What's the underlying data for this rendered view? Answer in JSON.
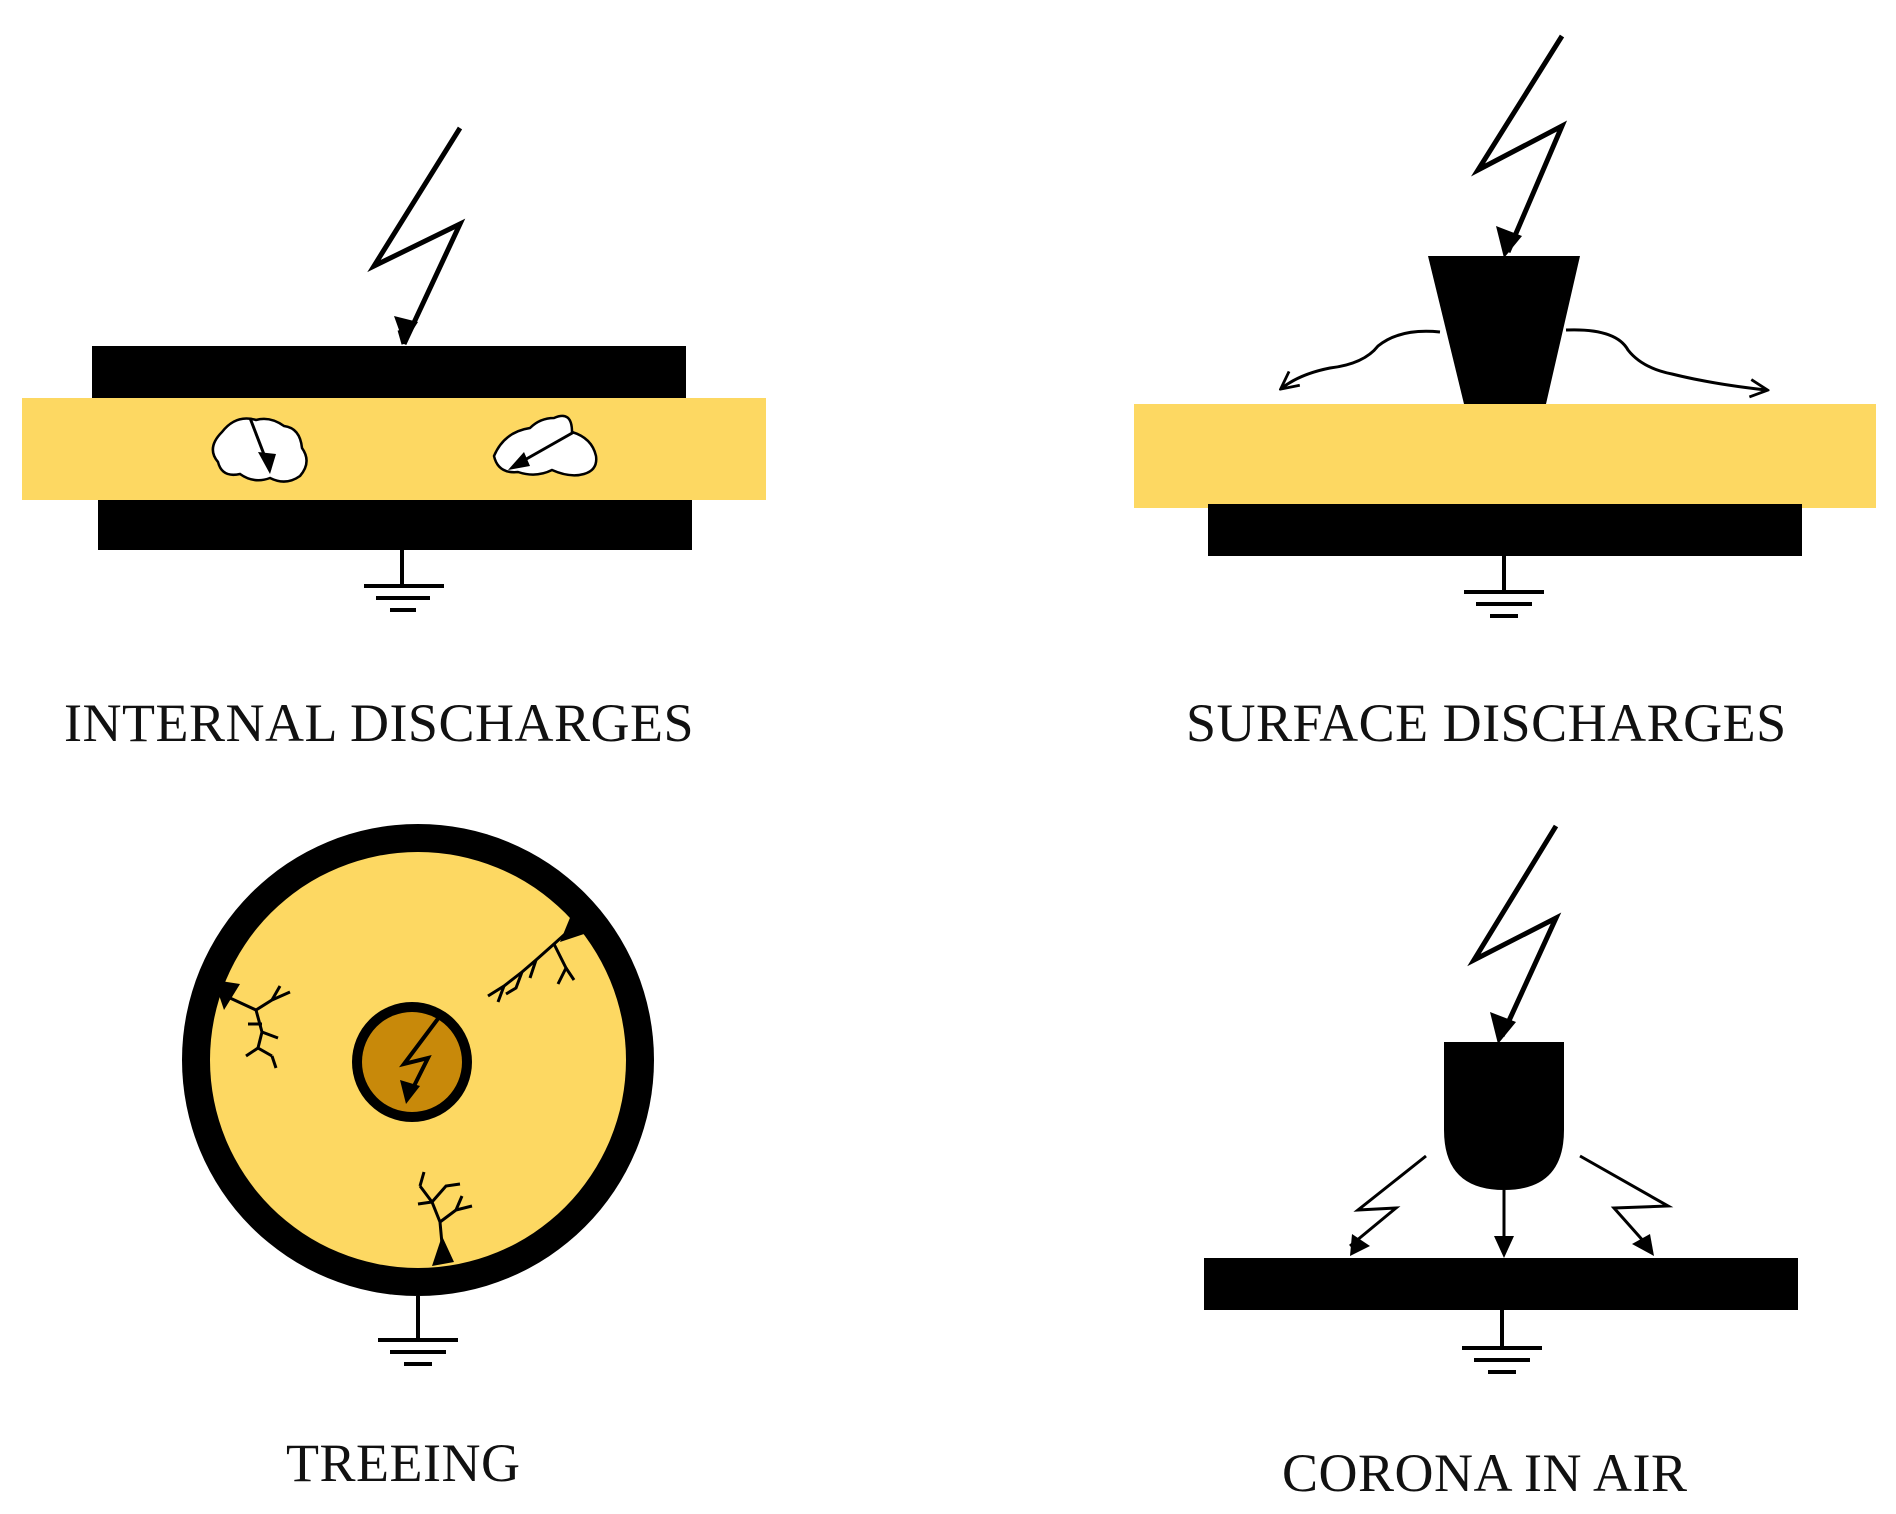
{
  "colors": {
    "insulation": "#FDD862",
    "conductor_core": "#C8890A",
    "electrode": "#000000",
    "void": "#FFFFFF",
    "text": "#111111"
  },
  "panels": [
    {
      "id": "internal",
      "caption": "INTERNAL DISCHARGES"
    },
    {
      "id": "surface",
      "caption": "SURFACE DISCHARGES"
    },
    {
      "id": "treeing",
      "caption": "TREEING"
    },
    {
      "id": "corona",
      "caption": "CORONA IN AIR"
    }
  ],
  "icons": [
    "lightning-arrow-icon",
    "ground-symbol-icon",
    "electrical-tree-icon",
    "void-icon"
  ]
}
